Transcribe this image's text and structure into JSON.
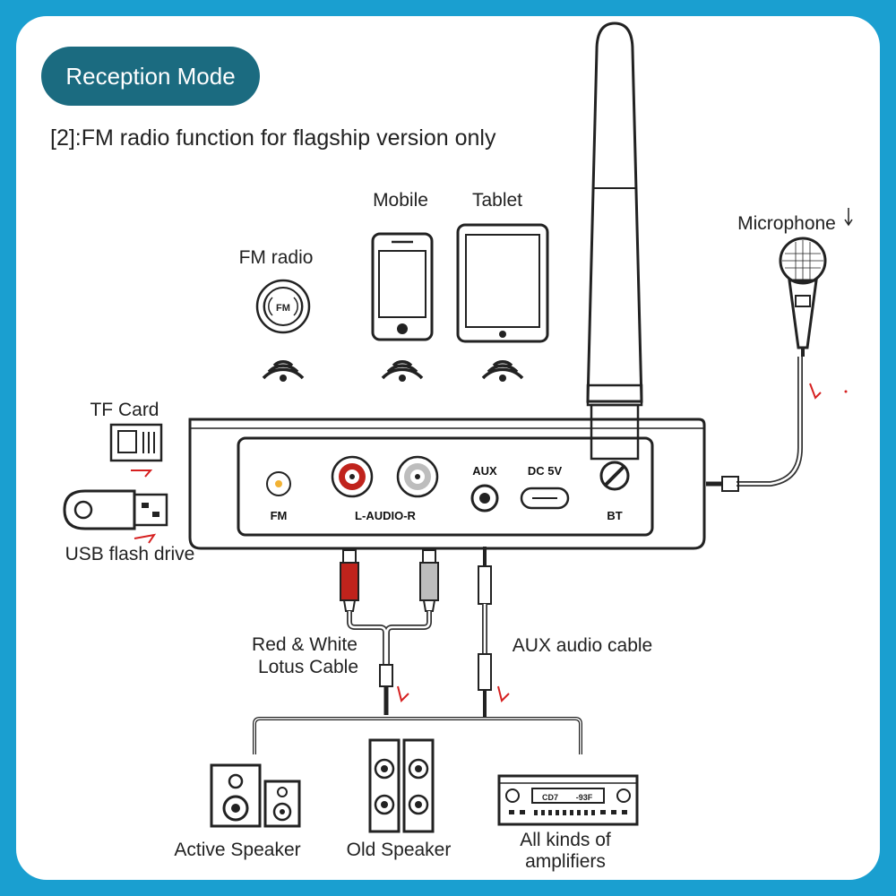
{
  "header": {
    "mode_label": "Reception Mode",
    "note": "[2]:FM radio function for flagship version only"
  },
  "sources": {
    "fm_radio": "FM radio",
    "fm_badge": "FM",
    "mobile": "Mobile",
    "tablet": "Tablet",
    "microphone": "Microphone"
  },
  "storage": {
    "tf_card": "TF Card",
    "usb": "USB flash drive"
  },
  "device_ports": {
    "fm": "FM",
    "audio": "L-AUDIO-R",
    "aux": "AUX",
    "dc": "DC 5V",
    "bt": "BT"
  },
  "cables": {
    "lotus_line1": "Red & White",
    "lotus_line2": "Lotus Cable",
    "aux_cable": "AUX audio cable"
  },
  "outputs": {
    "active_speaker": "Active Speaker",
    "old_speaker": "Old Speaker",
    "amplifiers_line1": "All kinds of",
    "amplifiers_line2": "amplifiers",
    "amp_display_left": "CD7",
    "amp_display_right": "-93F"
  },
  "colors": {
    "frame": "#1a9fd0",
    "badge": "#1b6b80",
    "red_plug": "#c0231c",
    "arrow": "#d62020",
    "fm_port": "#f2b233"
  }
}
